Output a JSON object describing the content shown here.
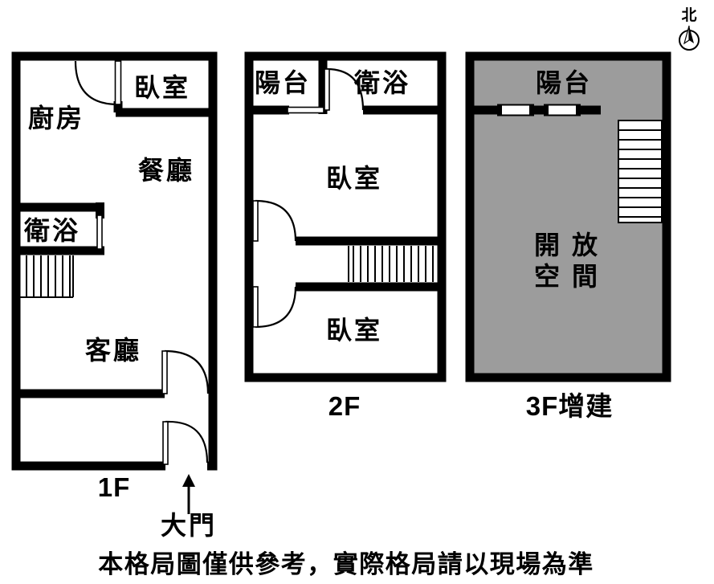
{
  "disclaimer": "本格局圖僅供參考，實際格局請以現場為準",
  "compass": {
    "north_label": "北"
  },
  "floor1": {
    "label": "1F",
    "kitchen": "廚房",
    "bedroom": "臥室",
    "dining": "餐廳",
    "bathroom": "衛浴",
    "living_room": "客廳",
    "main_door": "大門"
  },
  "floor2": {
    "label": "2F",
    "balcony": "陽台",
    "bathroom": "衛浴",
    "bedroom_upper": "臥室",
    "bedroom_lower": "臥室"
  },
  "floor3": {
    "label": "3F增建",
    "balcony": "陽台",
    "open_space_line1": "開 放",
    "open_space_line2": "空 間"
  },
  "colors": {
    "wall": "#000000",
    "open_space_fill": "#9c9c9c",
    "background": "#ffffff"
  }
}
